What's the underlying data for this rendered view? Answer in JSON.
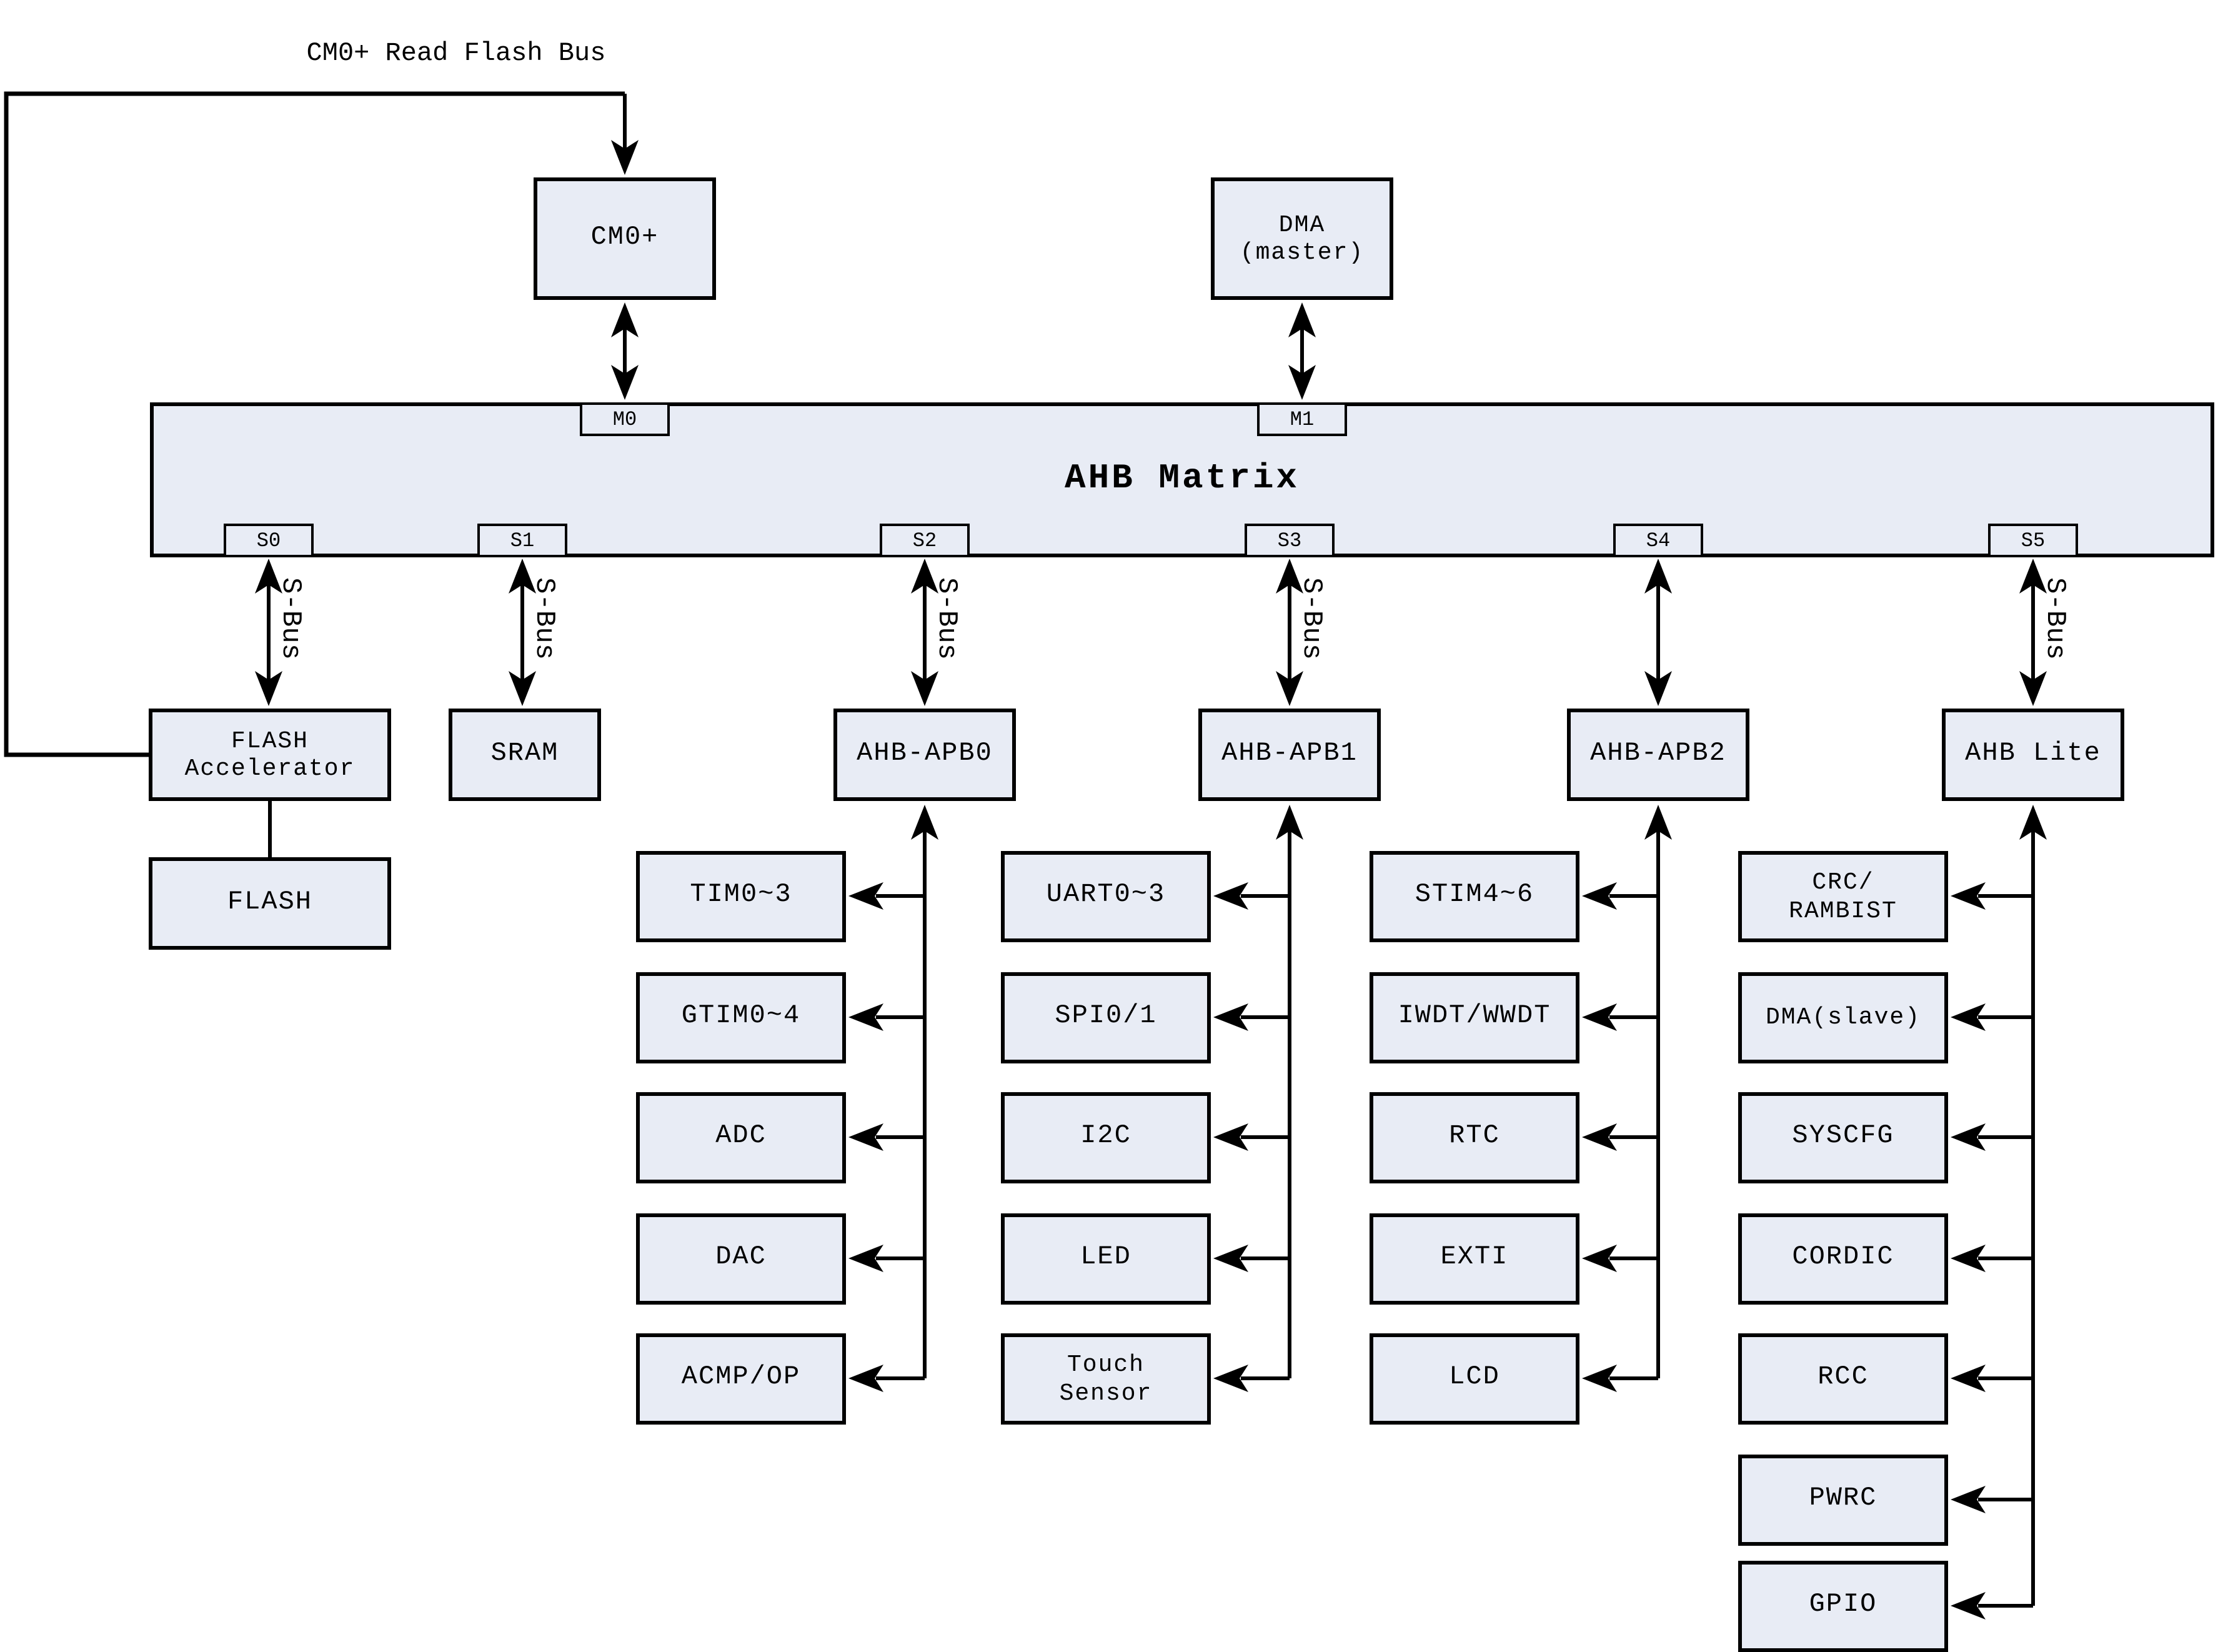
{
  "top_bus_label": "CM0+ Read Flash Bus",
  "s_bus_label": "S-Bus",
  "masters": {
    "cm0p": "CM0+",
    "dma_master": "DMA\n(master)"
  },
  "matrix": {
    "title": "AHB Matrix",
    "master_ports": [
      "M0",
      "M1"
    ],
    "slave_ports": [
      "S0",
      "S1",
      "S2",
      "S3",
      "S4",
      "S5"
    ]
  },
  "slaves": {
    "flash_accelerator": "FLASH\nAccelerator",
    "flash": "FLASH",
    "sram": "SRAM",
    "ahb_apb0": "AHB-APB0",
    "ahb_apb1": "AHB-APB1",
    "ahb_apb2": "AHB-APB2",
    "ahb_lite": "AHB Lite"
  },
  "peripheral_columns": [
    {
      "bridge": "AHB-APB0",
      "peripherals": [
        "TIM0~3",
        "GTIM0~4",
        "ADC",
        "DAC",
        "ACMP/OP"
      ]
    },
    {
      "bridge": "AHB-APB1",
      "peripherals": [
        "UART0~3",
        "SPI0/1",
        "I2C",
        "LED",
        "Touch\nSensor"
      ]
    },
    {
      "bridge": "AHB-APB2",
      "peripherals": [
        "STIM4~6",
        "IWDT/WWDT",
        "RTC",
        "EXTI",
        "LCD"
      ]
    },
    {
      "bridge": "AHB Lite",
      "peripherals": [
        "CRC/\nRAMBIST",
        "DMA(slave)",
        "SYSCFG",
        "CORDIC",
        "RCC",
        "PWRC",
        "GPIO"
      ]
    }
  ],
  "colors": {
    "box_fill": "#e8ecf5",
    "line": "#000000"
  }
}
